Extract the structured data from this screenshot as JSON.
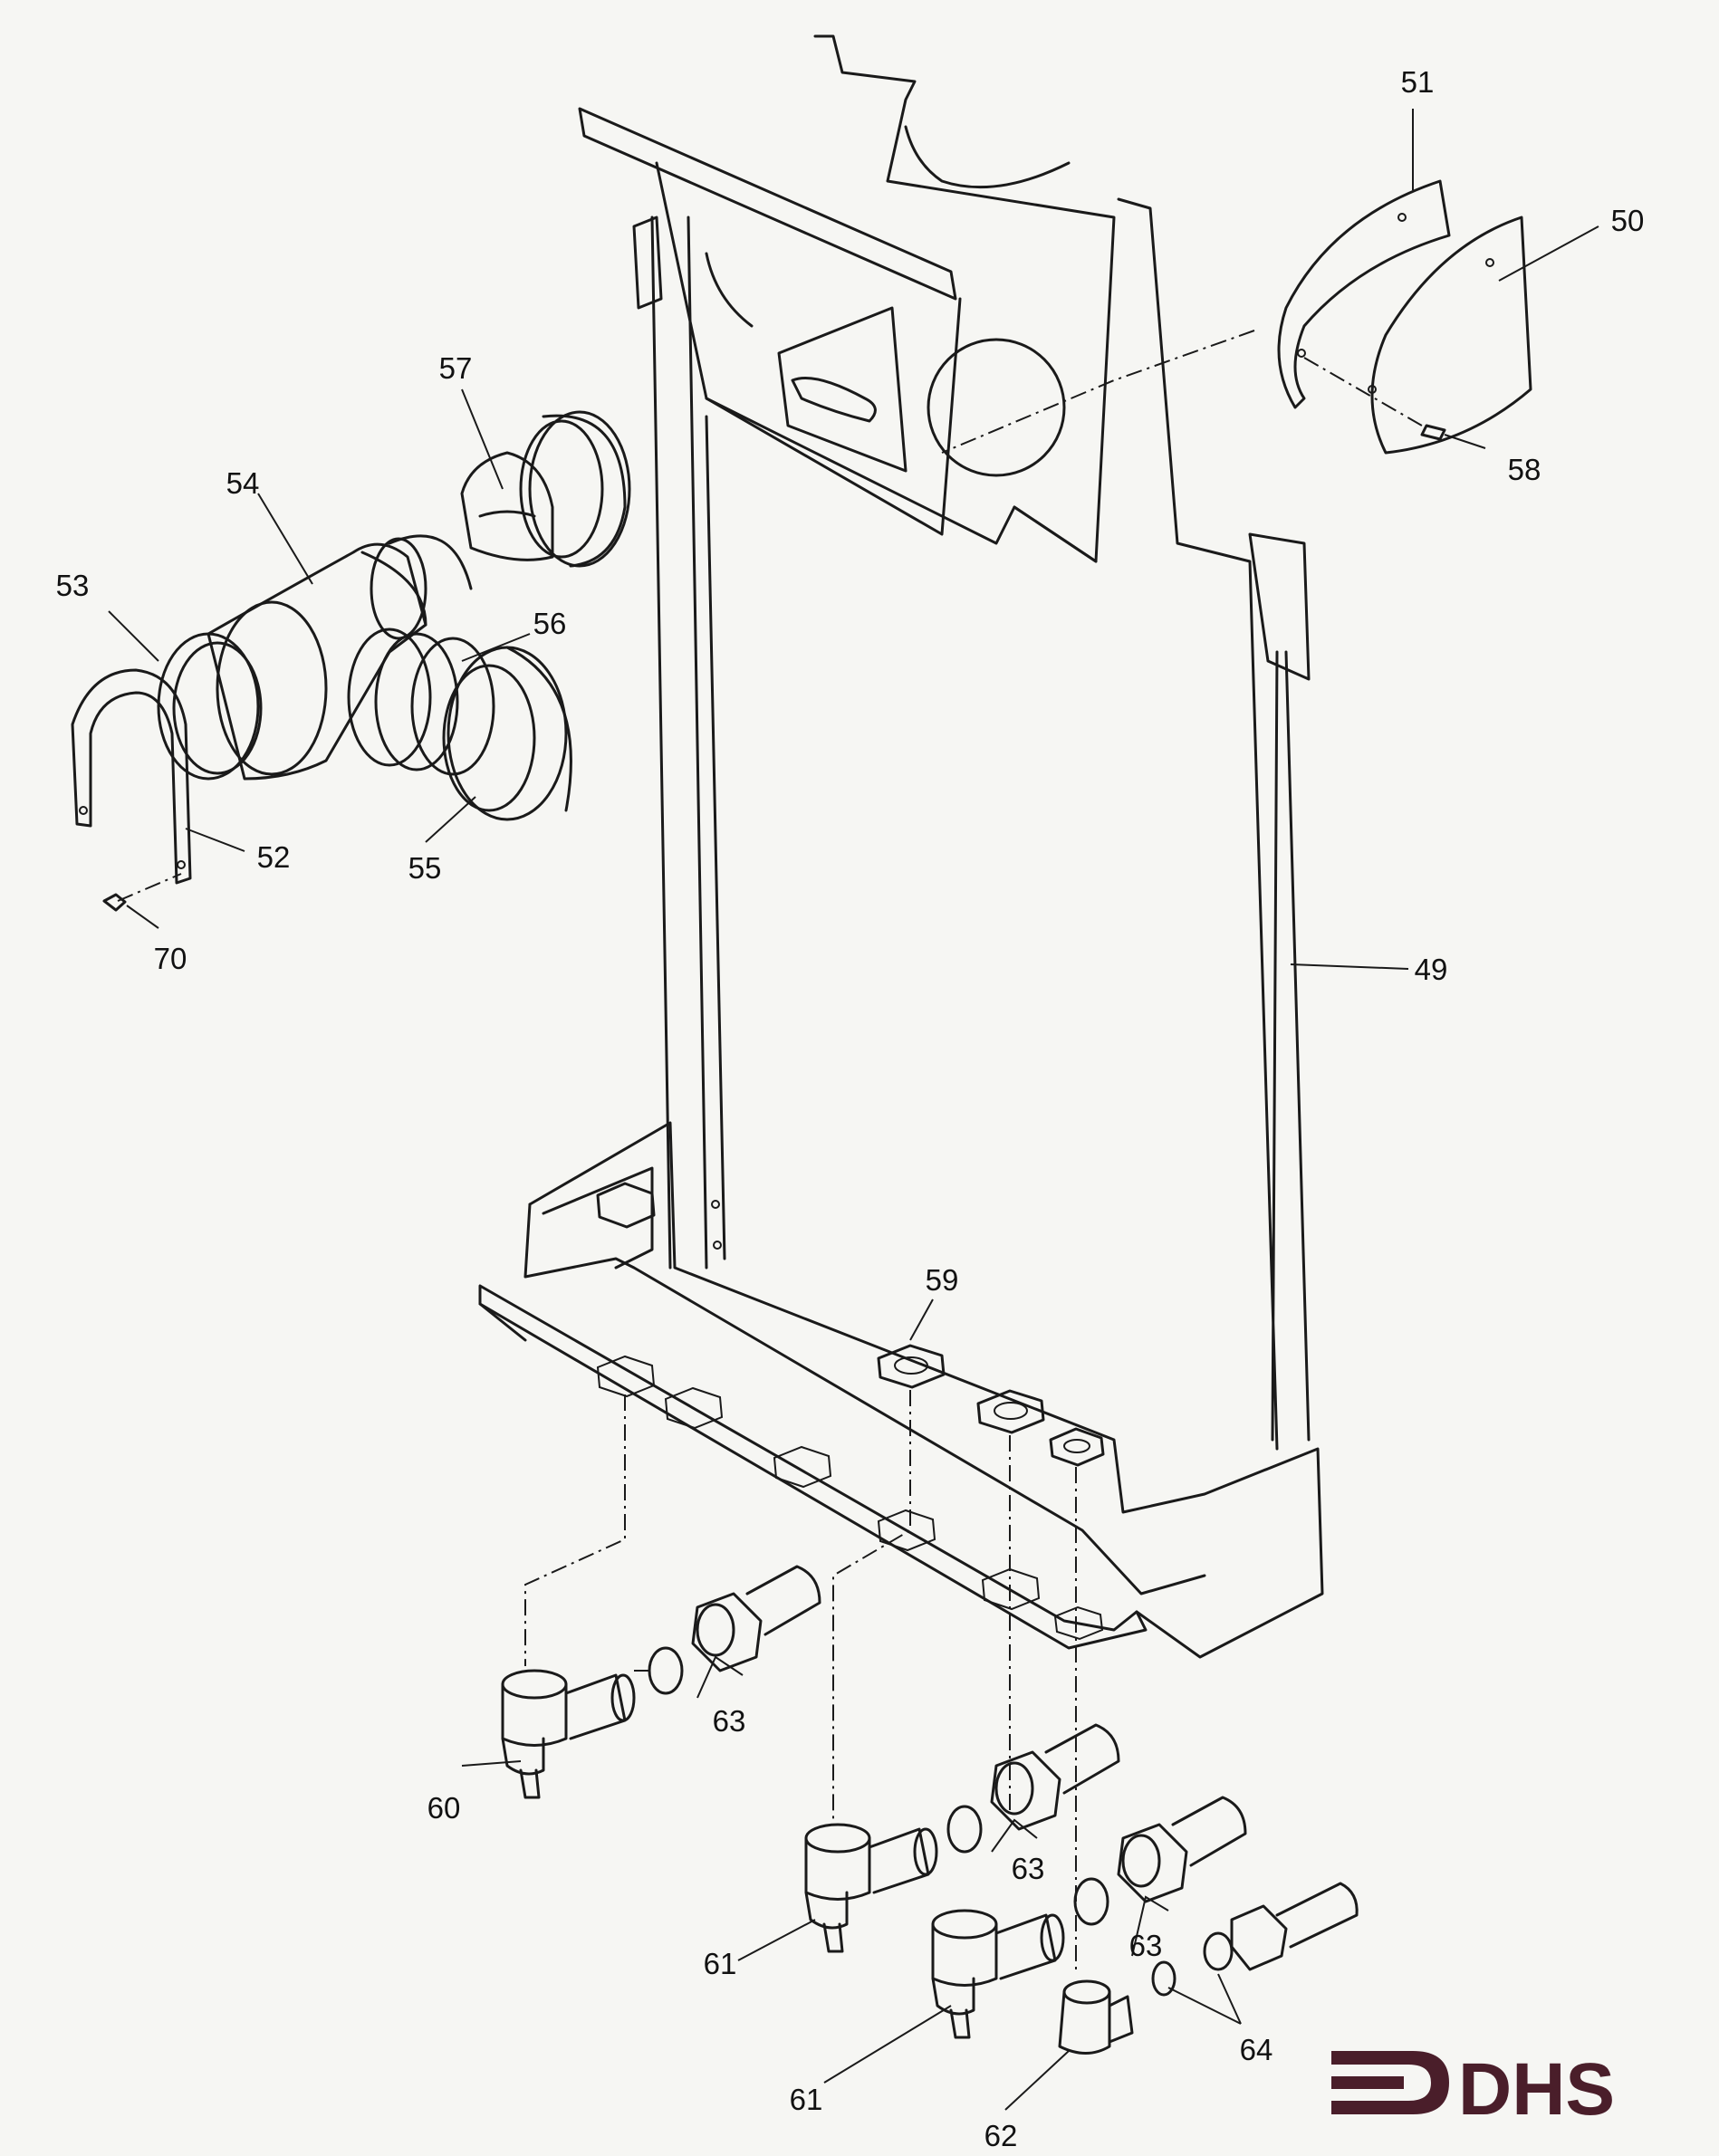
{
  "diagram": {
    "part_labels": [
      {
        "id": "49",
        "text": "49"
      },
      {
        "id": "50",
        "text": "50"
      },
      {
        "id": "51",
        "text": "51"
      },
      {
        "id": "52",
        "text": "52"
      },
      {
        "id": "53",
        "text": "53"
      },
      {
        "id": "54",
        "text": "54"
      },
      {
        "id": "55",
        "text": "55"
      },
      {
        "id": "56",
        "text": "56"
      },
      {
        "id": "57",
        "text": "57"
      },
      {
        "id": "58",
        "text": "58"
      },
      {
        "id": "59",
        "text": "59"
      },
      {
        "id": "60",
        "text": "60"
      },
      {
        "id": "61a",
        "text": "61"
      },
      {
        "id": "61b",
        "text": "61"
      },
      {
        "id": "62",
        "text": "62"
      },
      {
        "id": "63a",
        "text": "63"
      },
      {
        "id": "63b",
        "text": "63"
      },
      {
        "id": "63c",
        "text": "63"
      },
      {
        "id": "64",
        "text": "64"
      },
      {
        "id": "70",
        "text": "70"
      }
    ]
  },
  "logo": {
    "text": "DHS",
    "color": "#4a1e2a"
  },
  "colors": {
    "line": "#1a1a1a",
    "paper": "#f6f6f3"
  }
}
